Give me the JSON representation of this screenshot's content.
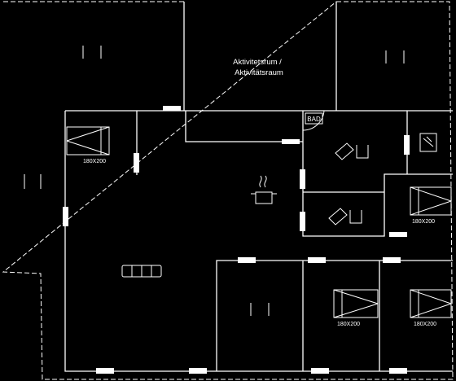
{
  "rooms": {
    "activity_room_label_line1": "Aktivitetsrum /",
    "activity_room_label_line2": "Aktivitätsraum",
    "wc_label": "BAD"
  },
  "beds": {
    "bed1_size": "180X200",
    "bed2_size": "180X200",
    "bed3_size": "180X200",
    "bed4_size": "180X200"
  }
}
